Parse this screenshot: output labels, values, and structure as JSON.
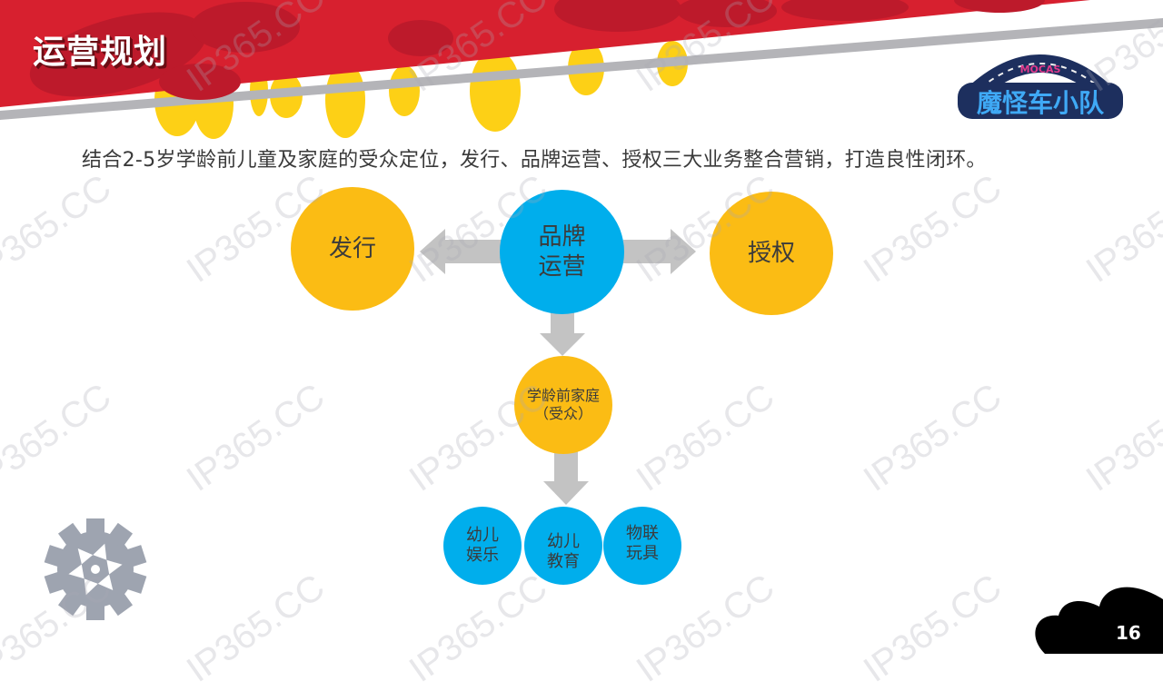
{
  "slide": {
    "title": "运营规划",
    "subtitle": "结合2-5岁学龄前儿童及家庭的受众定位，发行、品牌运营、授权三大业务整合营销，打造良性闭环。",
    "page_number": "16"
  },
  "logo": {
    "arc_text": "MOCAS",
    "name": "魔怪车小队"
  },
  "diagram": {
    "center": {
      "line1": "品牌",
      "line2": "运营"
    },
    "left": {
      "label": "发行"
    },
    "right": {
      "label": "授权"
    },
    "audience": {
      "line1": "学龄前家庭",
      "line2": "（受众）"
    },
    "children": [
      {
        "line1": "幼儿",
        "line2": "娱乐"
      },
      {
        "line1": "幼儿",
        "line2": "教育"
      },
      {
        "line1": "物联",
        "line2": "玩具"
      }
    ]
  },
  "watermark": {
    "text": "IP365.CC"
  },
  "colors": {
    "header_red": "#d7202f",
    "header_dark_red": "#bd1a2b",
    "accent_yellow": "#fbbc14",
    "accent_blue": "#00aeec",
    "arrow_gray": "#bdbdbd",
    "gear_gray": "#9ea4b0"
  }
}
